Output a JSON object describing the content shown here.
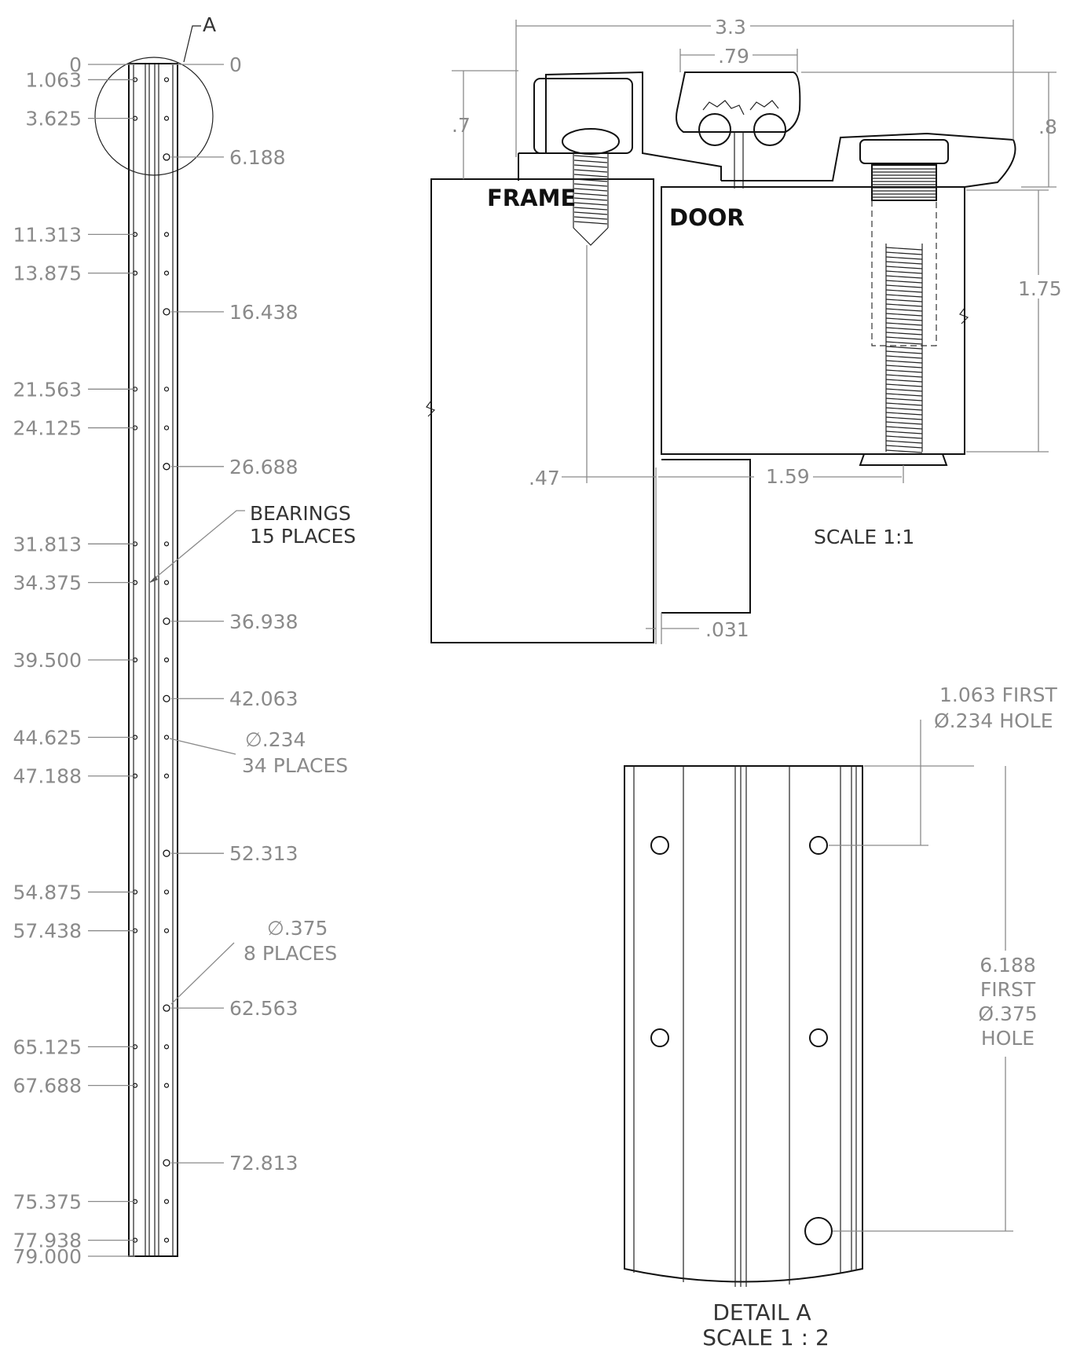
{
  "detail_callout": "A",
  "strip": {
    "left_dims": [
      "0",
      "1.063",
      "3.625",
      "11.313",
      "13.875",
      "21.563",
      "24.125",
      "31.813",
      "34.375",
      "39.500",
      "44.625",
      "47.188",
      "54.875",
      "57.438",
      "65.125",
      "67.688",
      "75.375",
      "77.938",
      "79.000"
    ],
    "right_dims": [
      "0",
      "6.188",
      "16.438",
      "26.688",
      "36.938",
      "42.063",
      "52.313",
      "62.563",
      "72.813"
    ],
    "bearings_line1": "BEARINGS",
    "bearings_line2": "15 PLACES",
    "hole234_line1": "∅.234",
    "hole234_line2": "34 PLACES",
    "hole375_line1": "∅.375",
    "hole375_line2": "8 PLACES"
  },
  "section": {
    "dim_width": "3.3",
    "dim_knuckle": ".79",
    "dim_left_height": ".7",
    "dim_right_height": ".8",
    "dim_door_thickness": "1.75",
    "dim_offset": ".47",
    "dim_screw": "1.59",
    "dim_gap": ".031",
    "frame_label": "FRAME",
    "door_label": "DOOR",
    "scale": "SCALE 1:1"
  },
  "detail": {
    "first_small_line1": "1.063 FIRST",
    "first_small_line2": "Ø.234 HOLE",
    "first_large_line1": "6.188",
    "first_large_line2": "FIRST",
    "first_large_line3": "Ø.375",
    "first_large_line4": "HOLE",
    "title": "DETAIL A",
    "scale": "SCALE 1 : 2"
  }
}
